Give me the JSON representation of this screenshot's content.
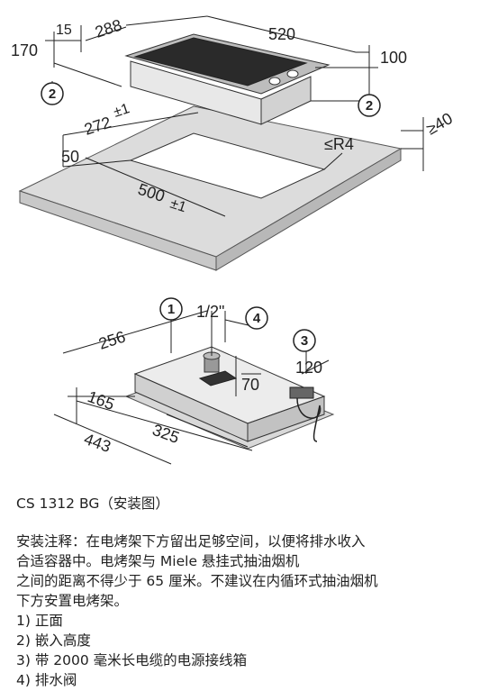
{
  "top_figure": {
    "dims": {
      "d15": "15",
      "d288": "288",
      "d520": "520",
      "d170": "170",
      "d100": "100",
      "d272": "272",
      "d272_tol": "±1",
      "d50": "50",
      "d500": "500",
      "d500_tol": "±1",
      "r4": "≤R4",
      "d40": "≥40"
    },
    "callouts": {
      "left": "2",
      "right": "2"
    }
  },
  "bottom_figure": {
    "dims": {
      "d256": "256",
      "d1_2": "1/2\"",
      "d120": "120",
      "d70": "70",
      "d165": "165",
      "d325": "325",
      "d443": "443"
    },
    "callouts": {
      "c1": "1",
      "c3": "3",
      "c4": "4"
    }
  },
  "caption": {
    "title": "CS 1312 BG（安装图）",
    "notes_line1": "安装注释：在电烤架下方留出足够空间，以便将排水收入",
    "notes_line2": "合适容器中。电烤架与 Miele 悬挂式抽油烟机",
    "notes_line3": "之间的距离不得少于 65 厘米。不建议在内循环式抽油烟机",
    "notes_line4": "下方安置电烤架。",
    "items": [
      "1) 正面",
      "2) 嵌入高度",
      "3) 带 2000 毫米长电缆的电源接线箱",
      "4) 排水阀"
    ]
  }
}
